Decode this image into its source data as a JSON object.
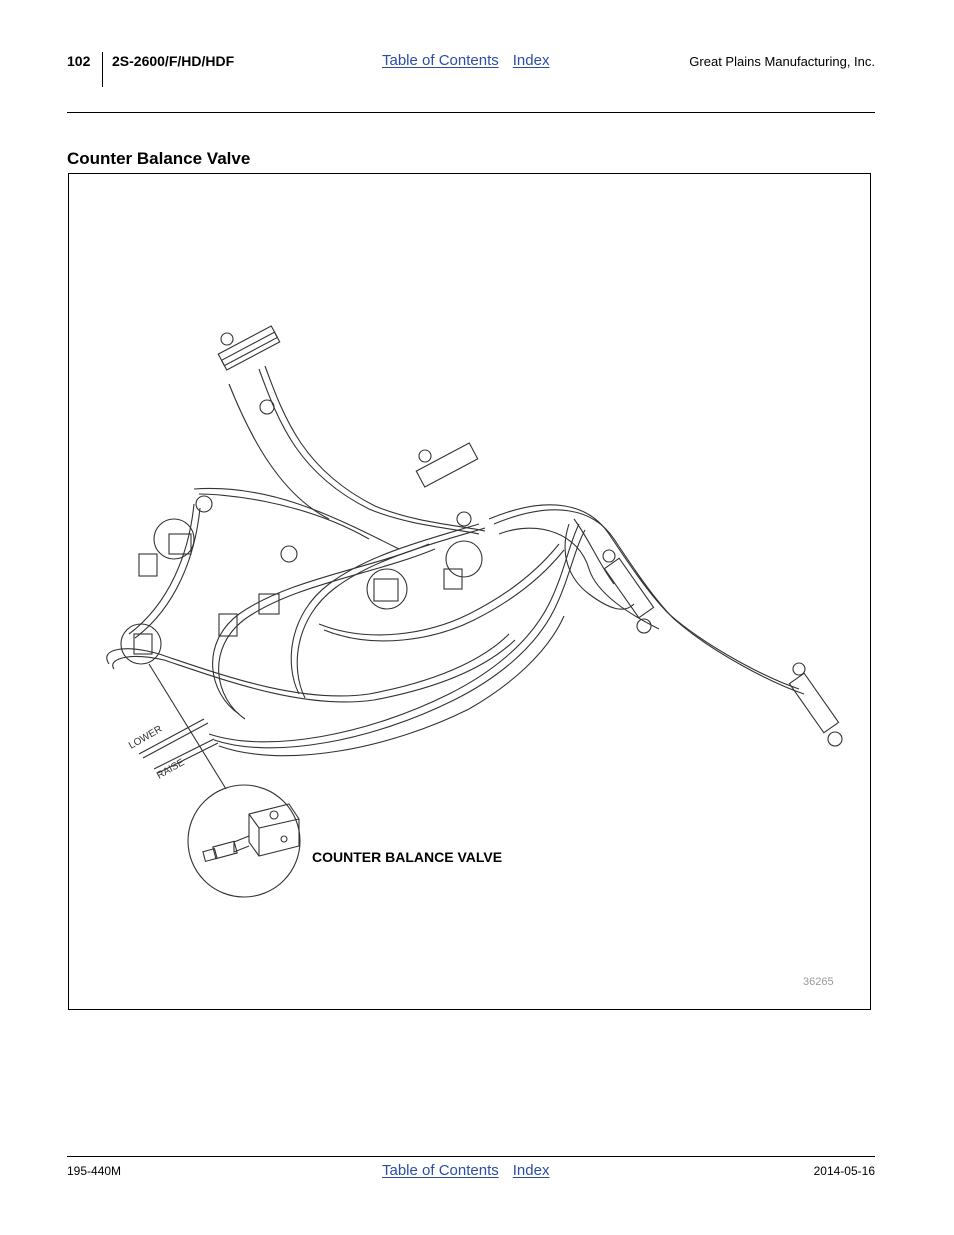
{
  "header": {
    "page_number": "102",
    "model": "2S-2600/F/HD/HDF",
    "links": [
      "Table of Contents",
      "Index"
    ],
    "company": "Great Plains Manufacturing, Inc."
  },
  "section": {
    "title": "Counter Balance Valve"
  },
  "figure": {
    "callout_label": "COUNTER BALANCE VALVE",
    "hose_labels": [
      "LOWER",
      "RAISE"
    ],
    "figure_number": "36265"
  },
  "footer": {
    "doc_number": "195-440M",
    "links": [
      "Table of Contents",
      "Index"
    ],
    "date": "2014-05-16"
  }
}
